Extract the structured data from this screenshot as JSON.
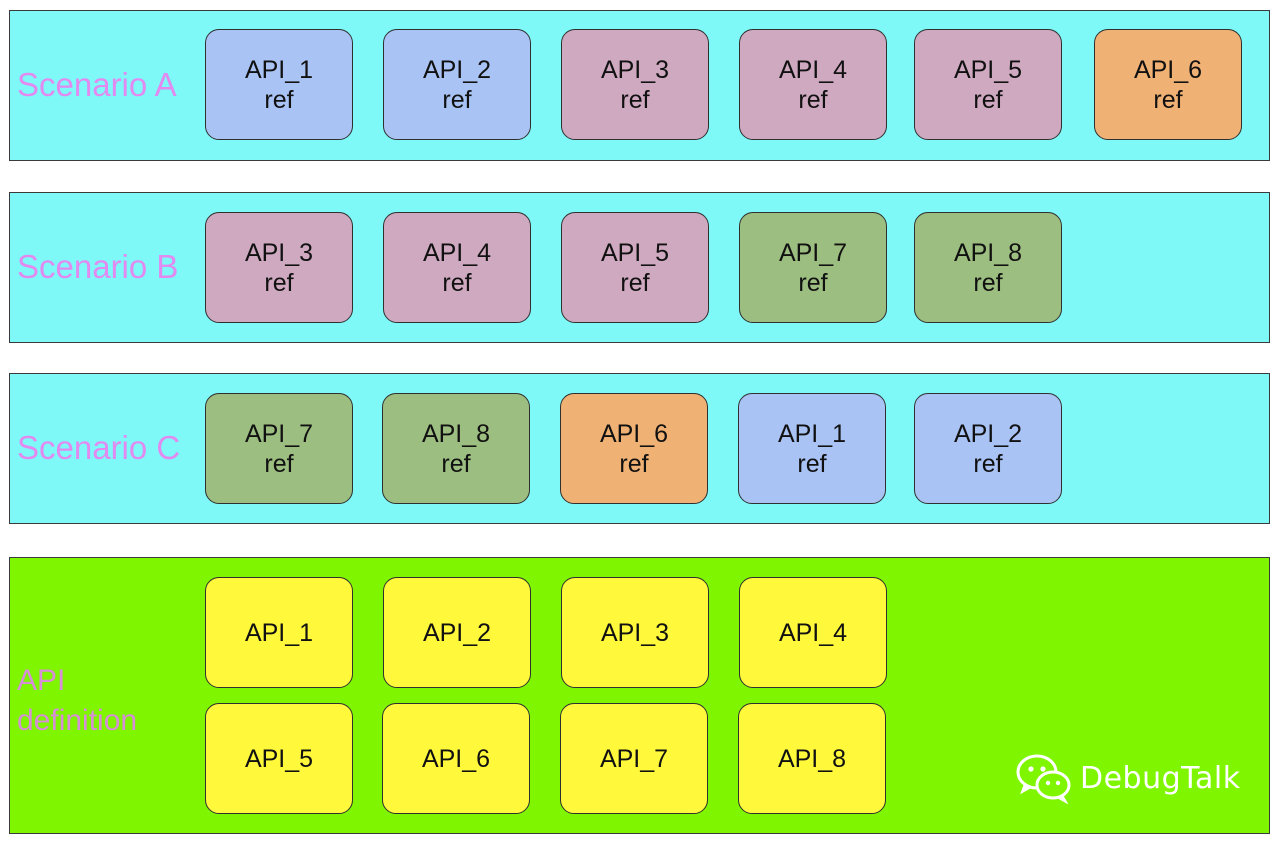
{
  "scenarios": [
    {
      "label": "Scenario A",
      "items": [
        {
          "name": "API_1",
          "sub": "ref",
          "color": "#a9c4f4"
        },
        {
          "name": "API_2",
          "sub": "ref",
          "color": "#a9c4f4"
        },
        {
          "name": "API_3",
          "sub": "ref",
          "color": "#cfa9c0"
        },
        {
          "name": "API_4",
          "sub": "ref",
          "color": "#cfa9c0"
        },
        {
          "name": "API_5",
          "sub": "ref",
          "color": "#cfa9c0"
        },
        {
          "name": "API_6",
          "sub": "ref",
          "color": "#f0b174"
        }
      ]
    },
    {
      "label": "Scenario B",
      "items": [
        {
          "name": "API_3",
          "sub": "ref",
          "color": "#cfa9c0"
        },
        {
          "name": "API_4",
          "sub": "ref",
          "color": "#cfa9c0"
        },
        {
          "name": "API_5",
          "sub": "ref",
          "color": "#cfa9c0"
        },
        {
          "name": "API_7",
          "sub": "ref",
          "color": "#9cbe80"
        },
        {
          "name": "API_8",
          "sub": "ref",
          "color": "#9cbe80"
        }
      ]
    },
    {
      "label": "Scenario C",
      "items": [
        {
          "name": "API_7",
          "sub": "ref",
          "color": "#9cbe80"
        },
        {
          "name": "API_8",
          "sub": "ref",
          "color": "#9cbe80"
        },
        {
          "name": "API_6",
          "sub": "ref",
          "color": "#f0b174"
        },
        {
          "name": "API_1",
          "sub": "ref",
          "color": "#a9c4f4"
        },
        {
          "name": "API_2",
          "sub": "ref",
          "color": "#a9c4f4"
        }
      ]
    }
  ],
  "definition": {
    "label_line1": "API",
    "label_line2": "definition",
    "items": [
      {
        "name": "API_1",
        "color": "#fff83b"
      },
      {
        "name": "API_2",
        "color": "#fff83b"
      },
      {
        "name": "API_3",
        "color": "#fff83b"
      },
      {
        "name": "API_4",
        "color": "#fff83b"
      },
      {
        "name": "API_5",
        "color": "#fff83b"
      },
      {
        "name": "API_6",
        "color": "#fff83b"
      },
      {
        "name": "API_7",
        "color": "#fff83b"
      },
      {
        "name": "API_8",
        "color": "#fff83b"
      }
    ]
  },
  "watermark": {
    "text": "DebugTalk",
    "icon": "wechat-icon"
  },
  "colors": {
    "scenario_band": "#7ff8f8",
    "definition_band": "#80f500",
    "label_text": "#e28af0",
    "api_blue": "#a9c4f4",
    "api_pink": "#cfa9c0",
    "api_orange": "#f0b174",
    "api_green": "#9cbe80",
    "api_yellow": "#fff83b"
  }
}
